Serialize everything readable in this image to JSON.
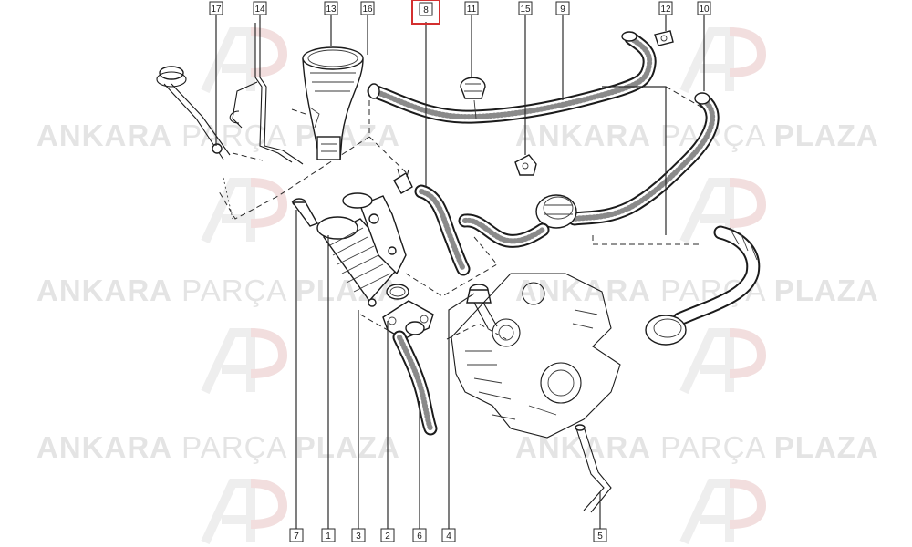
{
  "watermark": {
    "text_parts": [
      "ANKARA",
      "PARÇA",
      "PLAZA"
    ],
    "logo_letters": "AP",
    "color": "#e4e4e4"
  },
  "highlight_color": "#d32f2f",
  "callouts": [
    {
      "id": "17",
      "label": "17"
    },
    {
      "id": "14",
      "label": "14"
    },
    {
      "id": "13",
      "label": "13"
    },
    {
      "id": "16",
      "label": "16"
    },
    {
      "id": "8",
      "label": "8",
      "highlighted": true
    },
    {
      "id": "11",
      "label": "11"
    },
    {
      "id": "15",
      "label": "15"
    },
    {
      "id": "9",
      "label": "9"
    },
    {
      "id": "12",
      "label": "12"
    },
    {
      "id": "10",
      "label": "10"
    },
    {
      "id": "7",
      "label": "7"
    },
    {
      "id": "1",
      "label": "1"
    },
    {
      "id": "3",
      "label": "3"
    },
    {
      "id": "2",
      "label": "2"
    },
    {
      "id": "6",
      "label": "6"
    },
    {
      "id": "4",
      "label": "4"
    },
    {
      "id": "5",
      "label": "5"
    }
  ]
}
